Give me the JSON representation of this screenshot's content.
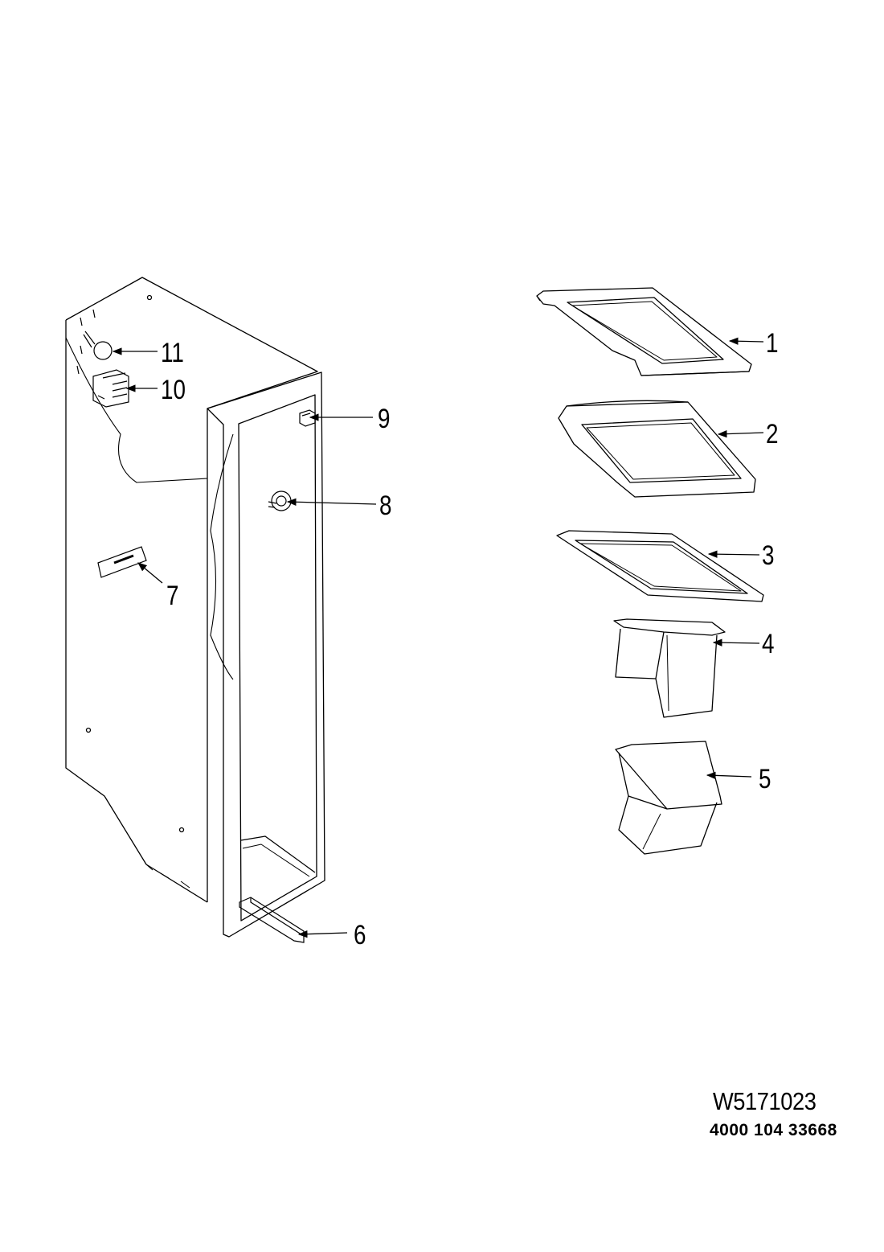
{
  "diagram": {
    "line_color": "#000000",
    "background": "#ffffff",
    "callouts": [
      {
        "id": "1",
        "label": "1"
      },
      {
        "id": "2",
        "label": "2"
      },
      {
        "id": "3",
        "label": "3"
      },
      {
        "id": "4",
        "label": "4"
      },
      {
        "id": "5",
        "label": "5"
      },
      {
        "id": "6",
        "label": "6"
      },
      {
        "id": "7",
        "label": "7"
      },
      {
        "id": "8",
        "label": "8"
      },
      {
        "id": "9",
        "label": "9"
      },
      {
        "id": "10",
        "label": "10"
      },
      {
        "id": "11",
        "label": "11"
      }
    ],
    "drawing_number": "W5171023",
    "part_code": "4000 104 33668"
  }
}
